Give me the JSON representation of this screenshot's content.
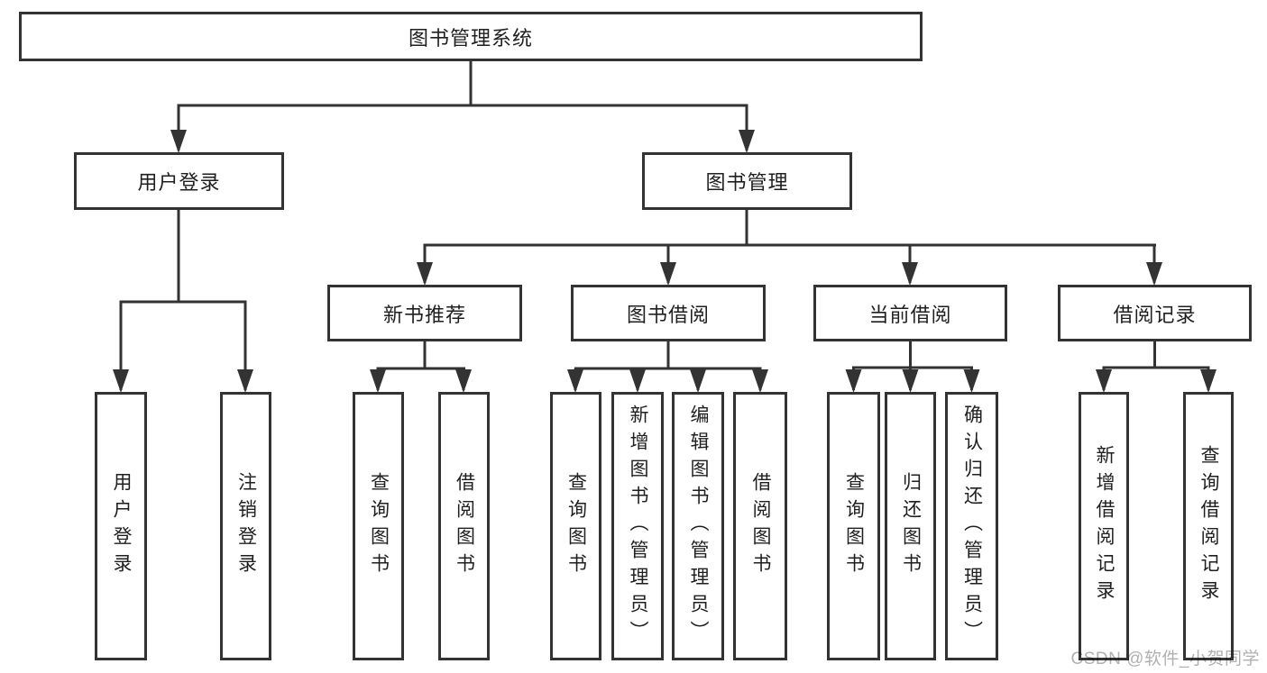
{
  "diagram": {
    "tree": {
      "label": "图书管理系统",
      "children": [
        {
          "label": "用户登录",
          "children": [
            {
              "label": "用户登录"
            },
            {
              "label": "注销登录"
            }
          ]
        },
        {
          "label": "图书管理",
          "children": [
            {
              "label": "新书推荐",
              "children": [
                {
                  "label": "查询图书"
                },
                {
                  "label": "借阅图书"
                }
              ]
            },
            {
              "label": "图书借阅",
              "children": [
                {
                  "label": "查询图书"
                },
                {
                  "label": "新增图书（管理员）"
                },
                {
                  "label": "编辑图书（管理员）"
                },
                {
                  "label": "借阅图书"
                }
              ]
            },
            {
              "label": "当前借阅",
              "children": [
                {
                  "label": "查询图书"
                },
                {
                  "label": "归还图书"
                },
                {
                  "label": "确认归还（管理员）"
                }
              ]
            },
            {
              "label": "借阅记录",
              "children": [
                {
                  "label": "新增借阅记录"
                },
                {
                  "label": "查询借阅记录"
                }
              ]
            }
          ]
        }
      ]
    },
    "colors": {
      "line": "#333333",
      "text": "#1f1f1f",
      "background": "#ffffff",
      "watermark": "#b0b0b0"
    },
    "watermark": {
      "text": "CSDN @软件_小贺同学"
    }
  }
}
